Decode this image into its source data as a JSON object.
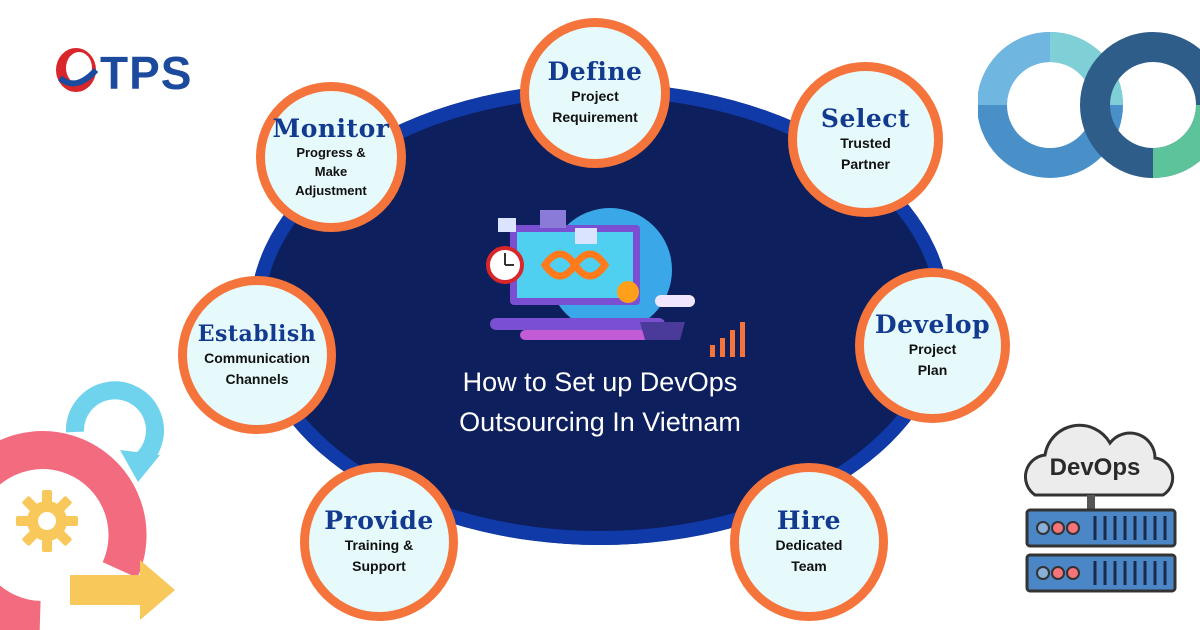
{
  "logo": {
    "text": "TPS"
  },
  "title": "How to Set up DevOps Outsourcing In Vietnam",
  "steps": [
    {
      "heading": "Define",
      "sub": "Project Requirement"
    },
    {
      "heading": "Select",
      "sub": "Trusted Partner"
    },
    {
      "heading": "Develop",
      "sub": "Project Plan"
    },
    {
      "heading": "Hire",
      "sub": "Dedicated Team"
    },
    {
      "heading": "Provide",
      "sub": "Training & Support"
    },
    {
      "heading": "Establish",
      "sub": "Communication Channels"
    },
    {
      "heading": "Monitor",
      "sub": "Progress & Make Adjustment"
    }
  ],
  "server_label": "DevOps",
  "colors": {
    "oval_fill": "#0d1f5c",
    "oval_ring": "#0f3aa8",
    "step_border": "#f4743b",
    "step_fill": "#e6f9fb",
    "heading": "#123a8f"
  },
  "icons": [
    "tps-logo-icon",
    "infinity-loop-icon",
    "devops-illustration-icon",
    "cycle-arrow-icon",
    "gear-icon",
    "server-cloud-icon"
  ]
}
